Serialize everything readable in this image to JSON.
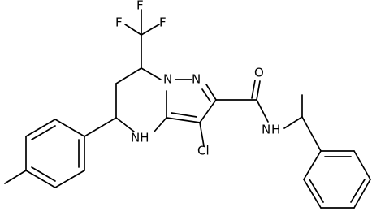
{
  "molecule": {
    "atoms": {
      "f_top": "F",
      "f_left": "F",
      "f_right": "F",
      "n_ring": "N",
      "n_ring2": "N",
      "o_carbonyl": "O",
      "nh_ring": "NH",
      "cl": "Cl",
      "nh_amide": "N",
      "h_amide": "H"
    }
  }
}
